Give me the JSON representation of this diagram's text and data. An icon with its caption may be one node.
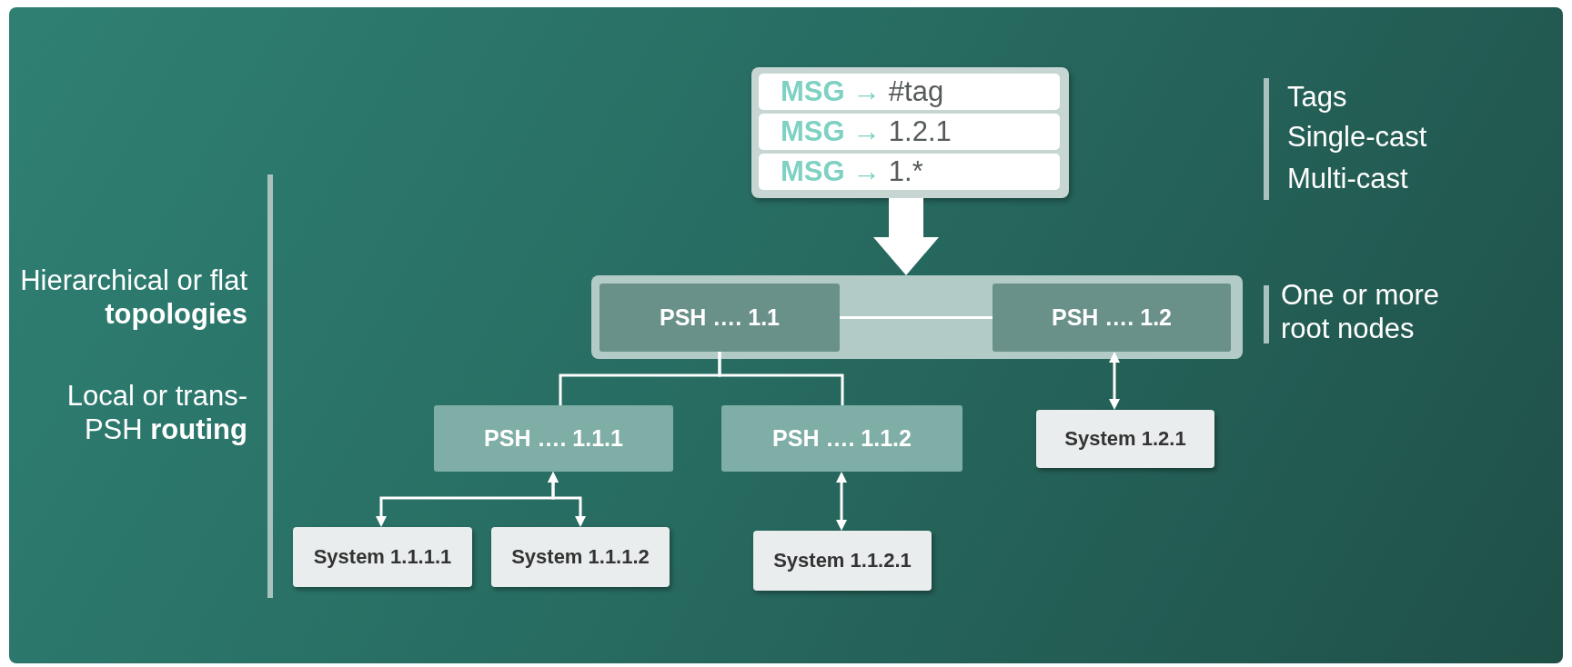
{
  "diagram": {
    "nodes": [
      {
        "text": [],
        "shape": "box"
      },
      {
        "text": [
          "**MSG →** #tag"
        ],
        "in": 0
      },
      {
        "text": [
          "**MSG →** 1.2.1"
        ],
        "in": 0
      },
      {
        "text": [
          "**MSG →** 1.*"
        ],
        "in": 0
      },
      {
        "text": [],
        "shape": "box"
      },
      {
        "text": [
          "PSH …. 1.1"
        ],
        "in": 4
      },
      {
        "text": [
          "PSH …. 1.2"
        ],
        "in": 4
      },
      {
        "text": [
          "PSH …. 1.1.1"
        ]
      },
      {
        "text": [
          "PSH …. 1.1.2"
        ]
      },
      {
        "text": [
          "System 1.2.1"
        ]
      },
      {
        "text": [
          "System 1.1.1.1"
        ]
      },
      {
        "text": [
          "System 1.1.1.2"
        ]
      },
      {
        "text": [
          "System 1.1.2.1"
        ]
      }
    ],
    "edges": [
      {
        "from": 0,
        "to": 4,
        "arrow": "to",
        "style": "thick"
      },
      {
        "from": 5,
        "to": 6,
        "arrow": "none"
      },
      {
        "from": 5,
        "to": 7,
        "arrow": "none"
      },
      {
        "from": 5,
        "to": 8,
        "arrow": "none"
      },
      {
        "from": 6,
        "to": 9,
        "arrow": "both"
      },
      {
        "from": 7,
        "to": 10,
        "arrow": "both"
      },
      {
        "from": 7,
        "to": 11,
        "arrow": "both"
      },
      {
        "from": 8,
        "to": 12,
        "arrow": "both"
      }
    ],
    "labels": [
      "Tags",
      "Single-cast",
      "Multi-cast",
      "Hierarchical or flat **topologies**",
      "One or more root nodes",
      "Local or trans-PSH **routing**"
    ]
  }
}
